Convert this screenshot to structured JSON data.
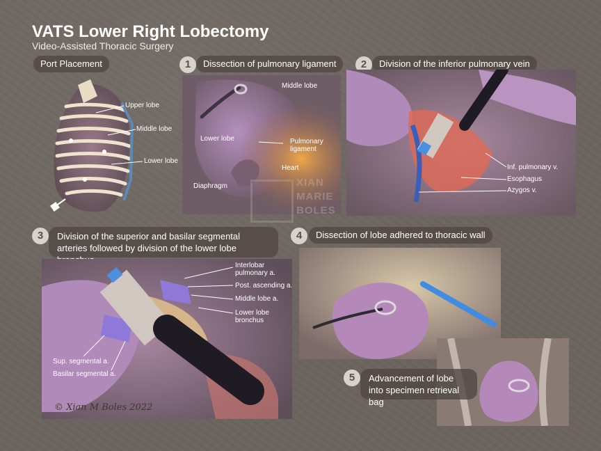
{
  "header": {
    "title": "VATS Lower Right Lobectomy",
    "subtitle": "Video-Assisted Thoracic Surgery"
  },
  "port_placement": {
    "heading": "Port Placement",
    "labels": [
      "Upper lobe",
      "Middle lobe",
      "Lower lobe"
    ]
  },
  "steps": [
    {
      "number": "1",
      "title": "Dissection of pulmonary ligament",
      "labels": [
        "Middle lobe",
        "Lower lobe",
        "Pulmonary ligament",
        "Heart",
        "Diaphragm"
      ]
    },
    {
      "number": "2",
      "title": "Division of the inferior pulmonary vein",
      "labels": [
        "Inf. pulmonary v.",
        "Esophagus",
        "Azygos v."
      ]
    },
    {
      "number": "3",
      "title": "Division of the superior and basilar segmental arteries followed by division of the lower lobe bronchus",
      "labels": [
        "Interlobar pulmonary a.",
        "Post. ascending a.",
        "Middle lobe a.",
        "Lower lobe bronchus",
        "Sup. segmental a.",
        "Basilar segmental a."
      ]
    },
    {
      "number": "4",
      "title": "Dissection of lobe adhered to thoracic wall",
      "labels": []
    },
    {
      "number": "5",
      "title": "Advancement of lobe into specimen retrieval bag",
      "labels": []
    }
  ],
  "watermark": [
    "XIAN",
    "MARIE",
    "BOLES"
  ],
  "signature": "© Xian M Boles 2022",
  "colors": {
    "background": "#6d6560",
    "pill": "#50463f",
    "tissue": "#b08ab8",
    "highlight": "#e8a040"
  }
}
